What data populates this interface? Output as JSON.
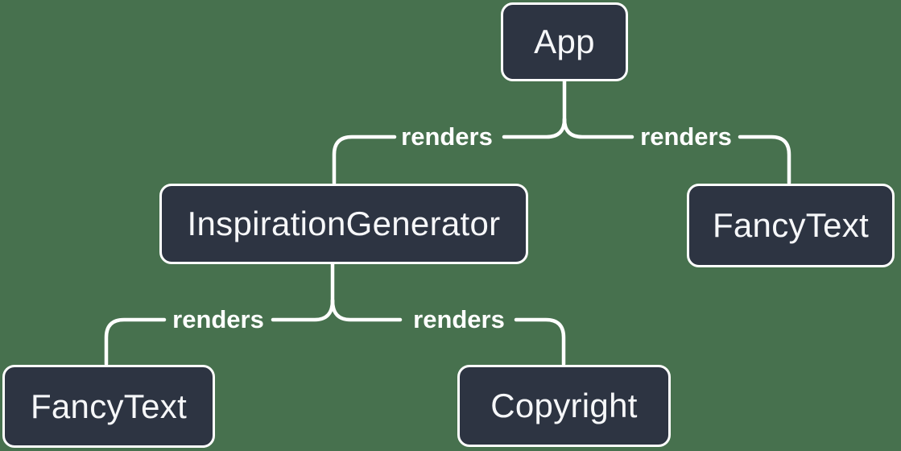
{
  "diagram": {
    "type": "tree",
    "nodes": [
      {
        "id": "app",
        "label": "App"
      },
      {
        "id": "inspiration-generator",
        "label": "InspirationGenerator"
      },
      {
        "id": "fancy-text-top",
        "label": "FancyText"
      },
      {
        "id": "fancy-text-bottom",
        "label": "FancyText"
      },
      {
        "id": "copyright",
        "label": "Copyright"
      }
    ],
    "edges": [
      {
        "from": "app",
        "to": "inspiration-generator",
        "label": "renders"
      },
      {
        "from": "app",
        "to": "fancy-text-top",
        "label": "renders"
      },
      {
        "from": "inspiration-generator",
        "to": "fancy-text-bottom",
        "label": "renders"
      },
      {
        "from": "inspiration-generator",
        "to": "copyright",
        "label": "renders"
      }
    ],
    "colors": {
      "background": "#47714e",
      "node_fill": "#2d3442",
      "node_border": "#ffffff",
      "node_text": "#f6f7f9",
      "edge": "#ffffff",
      "edge_label": "#ffffff"
    }
  }
}
